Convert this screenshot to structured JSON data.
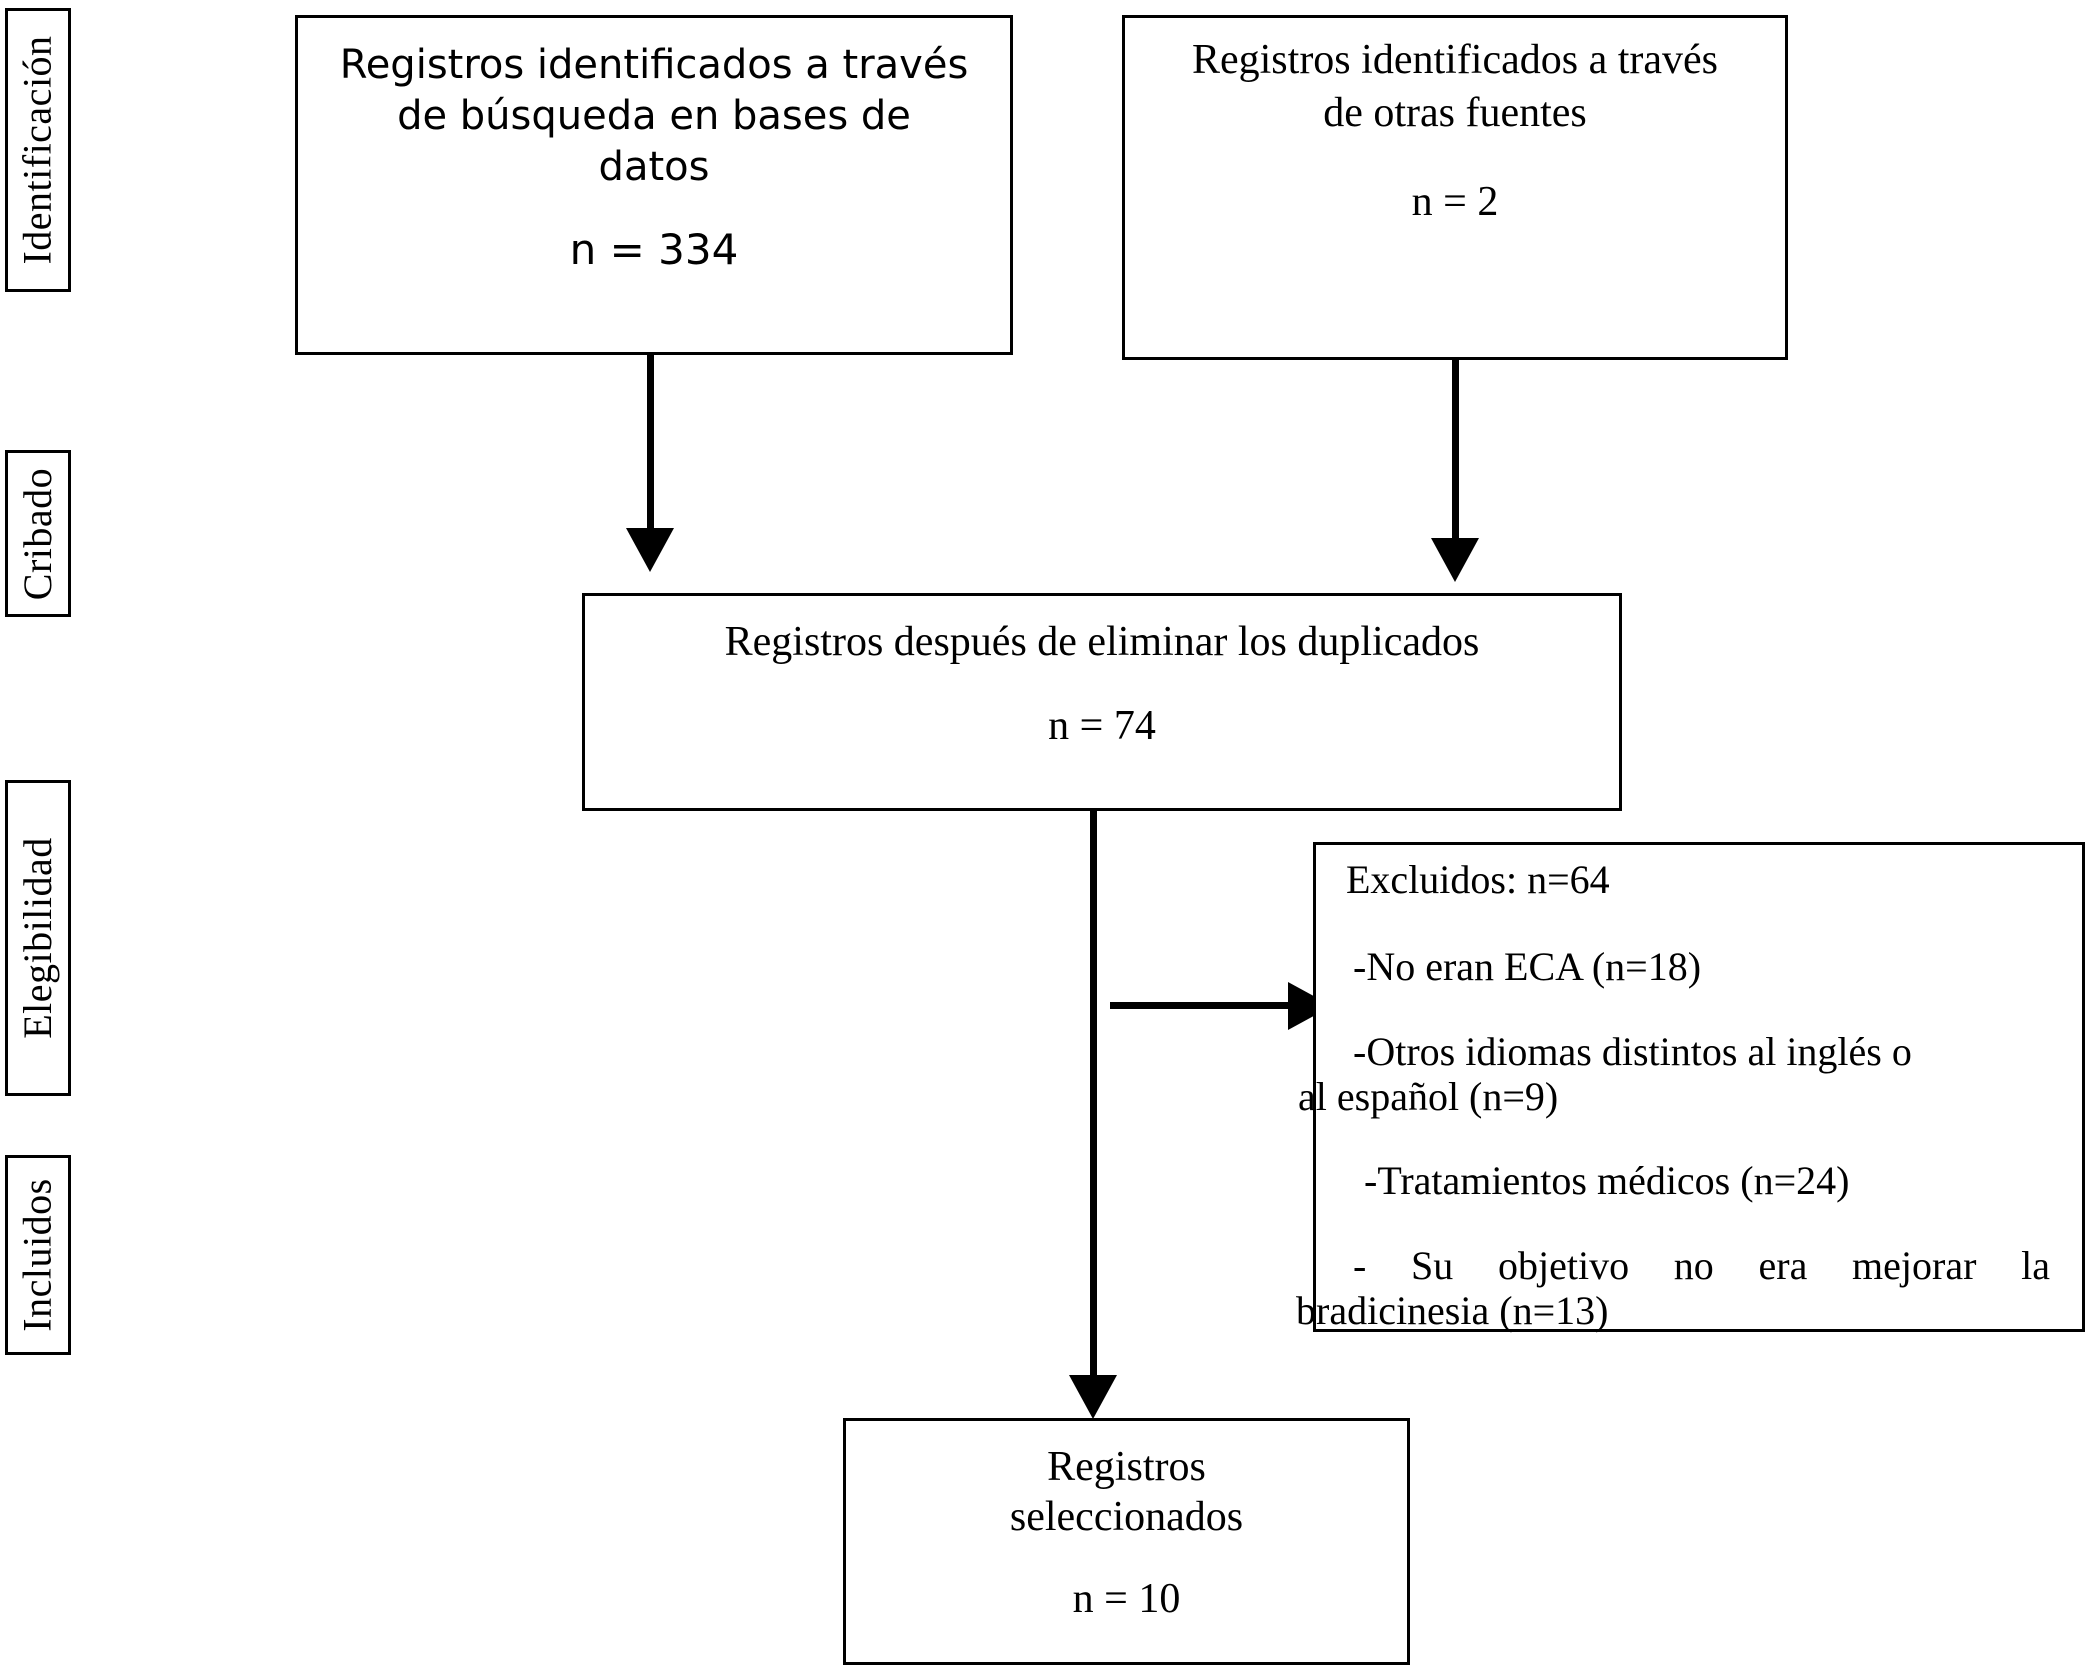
{
  "diagram": {
    "title": "PRISMA flow diagram",
    "stages": [
      {
        "id": "identificacion",
        "label": "Identificación"
      },
      {
        "id": "cribado",
        "label": "Cribado"
      },
      {
        "id": "elegibilidad",
        "label": "Elegibilidad"
      },
      {
        "id": "incluidos",
        "label": "Incluidos"
      }
    ],
    "boxes": {
      "databases": {
        "line1": "Registros identificados a través",
        "line2": "de búsqueda en bases de",
        "line3": "datos",
        "count": "n = 334"
      },
      "other_sources": {
        "line1": "Registros identificados a través",
        "line2": "de otras fuentes",
        "count": "n = 2"
      },
      "deduplicated": {
        "line1": "Registros después de eliminar los duplicados",
        "count": "n = 74"
      },
      "excluded": {
        "title": "Excluidos: n=64",
        "items": [
          {
            "text": "-No eran ECA (n=18)"
          },
          {
            "text": "-Otros idiomas distintos al inglés o"
          },
          {
            "text": "al español (n=9)"
          },
          {
            "text": "-Tratamientos médicos (n=24)"
          },
          {
            "text": "- Su objetivo no era mejorar la"
          },
          {
            "text": "bradicinesia (n=13)"
          }
        ]
      },
      "included": {
        "line1": "Registros",
        "line2": "seleccionados",
        "count": "n = 10"
      }
    },
    "connectors": [
      {
        "id": "databases-to-dedup",
        "type": "arrow-down"
      },
      {
        "id": "sources-to-dedup",
        "type": "arrow-down"
      },
      {
        "id": "dedup-to-included",
        "type": "arrow-down"
      },
      {
        "id": "dedup-to-excluded",
        "type": "arrow-right"
      }
    ],
    "colors": {
      "stroke": "#000000",
      "background": "#ffffff",
      "text": "#000000"
    }
  }
}
